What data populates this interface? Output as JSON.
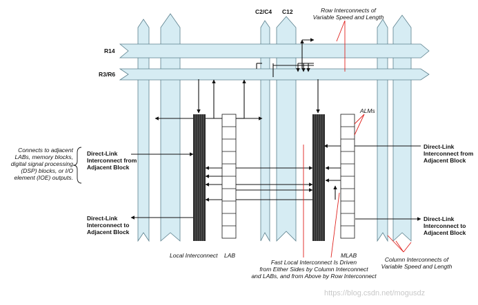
{
  "labels": {
    "c2c4": "C2/C4",
    "c12": "C12",
    "row_interconnects": [
      "Row Interconnects of",
      "Variable Speed and Length"
    ],
    "r14": "R14",
    "r3r6": "R3/R6",
    "alms": "ALMs",
    "connects_note": [
      "Connects to adjacent",
      "LABs, memory blocks,",
      "digital signal processing",
      "(DSP) blocks, or I/O",
      "element (IOE) outputs."
    ],
    "dl_from_left": [
      "Direct-Link",
      "Interconnect from",
      "Adjacent Block"
    ],
    "dl_to_left": [
      "Direct-Link",
      "Interconnect to",
      "Adjacent Block"
    ],
    "dl_from_right": [
      "Direct-Link",
      "Interconnect from",
      "Adjacent Block"
    ],
    "dl_to_right": [
      "Direct-Link",
      "Interconnect to",
      "Adjacent Block"
    ],
    "local_interconnect": "Local Interconnect",
    "lab": "LAB",
    "mlab": "MLAB",
    "fast_local": [
      "Fast Local Interconnect Is Driven",
      "from Either Sides by Column Interconnect",
      "and LABs, and from Above by Row Interconnect"
    ],
    "column_interconnects": [
      "Column Interconnects of",
      "Variable Speed and Length"
    ],
    "watermark": "https://blog.csdn.net/mogusdz"
  },
  "colors": {
    "interconnect_fill": "#d6ecf3",
    "interconnect_stroke": "#5a7f8c",
    "bus_fill": "#2b2b2b",
    "callout_red": "#e0201c"
  }
}
